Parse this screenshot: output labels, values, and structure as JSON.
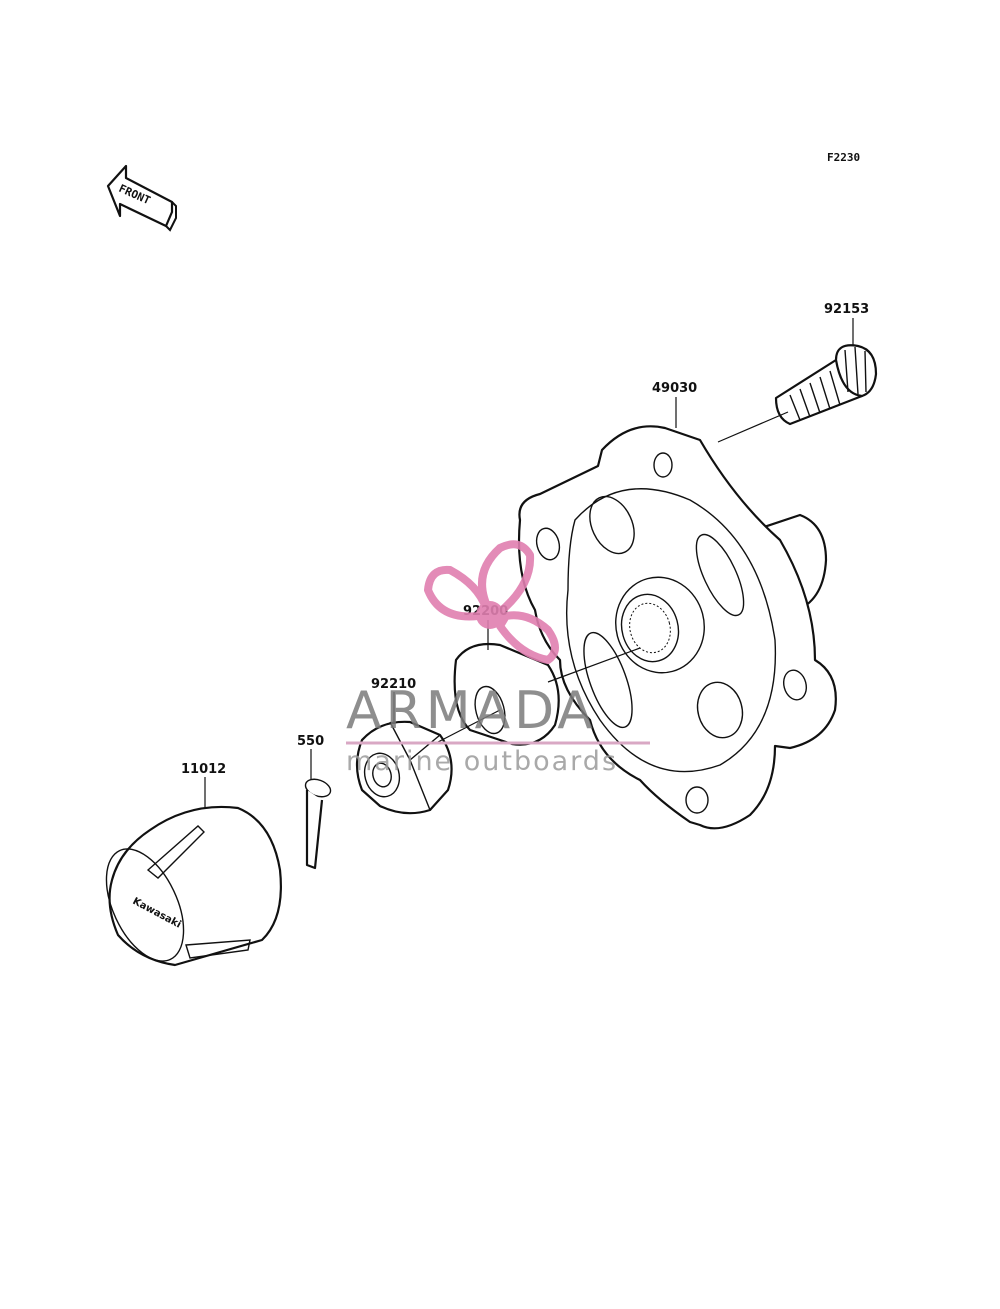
{
  "diagram_code": "F2230",
  "front_arrow_label": "FRONT",
  "parts": [
    {
      "number": "92153",
      "name": "stud-bolt"
    },
    {
      "number": "49030",
      "name": "hub"
    },
    {
      "number": "92200",
      "name": "washer"
    },
    {
      "number": "92210",
      "name": "nut"
    },
    {
      "number": "550",
      "name": "cotter-pin"
    },
    {
      "number": "11012",
      "name": "cap"
    }
  ],
  "cap_emblem_text": "Kawasaki",
  "watermark": {
    "brand": "ARMADA",
    "tagline": "marine outboards",
    "logo_color": "#e07fb0",
    "line_color": "#d9a8c4"
  }
}
